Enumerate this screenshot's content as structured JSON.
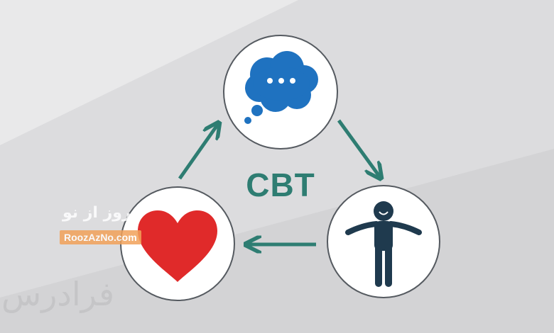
{
  "diagram": {
    "center_label": "CBT",
    "nodes": {
      "top": "thoughts",
      "right": "behaviors",
      "left": "feelings"
    },
    "colors": {
      "arrow": "#2e7d72",
      "thought_bubble": "#1f72c0",
      "heart": "#e02a2a",
      "person": "#1f3a4e",
      "circle_border": "#555a60"
    }
  },
  "watermark": {
    "title": "روز از نو",
    "badge": "RoozAzNo.com",
    "faded": "فرادرس"
  }
}
